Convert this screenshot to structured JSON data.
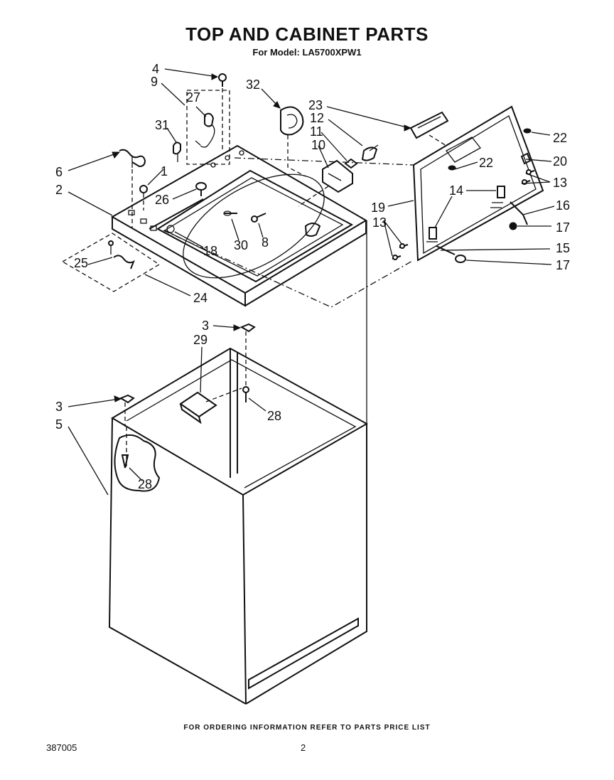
{
  "header": {
    "title": "TOP AND CABINET PARTS",
    "model_line": "For Model: LA5700XPW1"
  },
  "footer": {
    "ordering_note": "FOR ORDERING INFORMATION REFER TO PARTS PRICE LIST",
    "document_number": "387005",
    "page_number": "2"
  },
  "callouts": [
    {
      "key": "p4",
      "label": "4"
    },
    {
      "key": "p9",
      "label": "9"
    },
    {
      "key": "p27",
      "label": "27"
    },
    {
      "key": "p32",
      "label": "32"
    },
    {
      "key": "p23",
      "label": "23"
    },
    {
      "key": "p12",
      "label": "12"
    },
    {
      "key": "p11",
      "label": "11"
    },
    {
      "key": "p10",
      "label": "10"
    },
    {
      "key": "p22a",
      "label": "22"
    },
    {
      "key": "p31",
      "label": "31"
    },
    {
      "key": "p6",
      "label": "6"
    },
    {
      "key": "p1",
      "label": "1"
    },
    {
      "key": "p2",
      "label": "2"
    },
    {
      "key": "p26",
      "label": "26"
    },
    {
      "key": "p22b",
      "label": "22"
    },
    {
      "key": "p20",
      "label": "20"
    },
    {
      "key": "p13a",
      "label": "13"
    },
    {
      "key": "p14",
      "label": "14"
    },
    {
      "key": "p19",
      "label": "19"
    },
    {
      "key": "p16",
      "label": "16"
    },
    {
      "key": "p13b",
      "label": "13"
    },
    {
      "key": "p17a",
      "label": "17"
    },
    {
      "key": "p30",
      "label": "30"
    },
    {
      "key": "p8",
      "label": "8"
    },
    {
      "key": "p18",
      "label": "18"
    },
    {
      "key": "p15",
      "label": "15"
    },
    {
      "key": "p25",
      "label": "25"
    },
    {
      "key": "p17b",
      "label": "17"
    },
    {
      "key": "p24",
      "label": "24"
    },
    {
      "key": "p3a",
      "label": "3"
    },
    {
      "key": "p29",
      "label": "29"
    },
    {
      "key": "p3b",
      "label": "3"
    },
    {
      "key": "p5",
      "label": "5"
    },
    {
      "key": "p28a",
      "label": "28"
    },
    {
      "key": "p28b",
      "label": "28"
    }
  ]
}
